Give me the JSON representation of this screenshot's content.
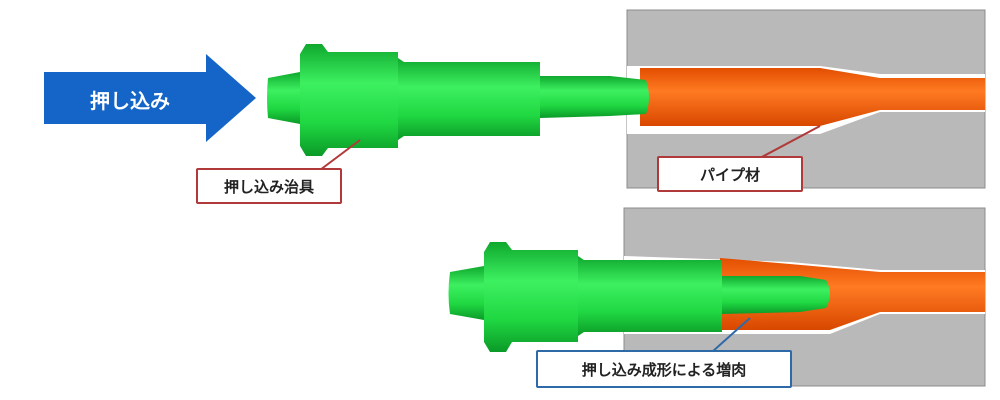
{
  "arrow": {
    "label": "押し込み"
  },
  "labels": {
    "jig": "押し込み治具",
    "pipe": "パイプ材",
    "thickening": "押し込み成形による増肉"
  },
  "colors": {
    "arrow": "#1565c8",
    "jig": "#22e04a",
    "pipe": "#ff6a14",
    "die": "#b9b9b9",
    "callout_red": "#b03a3a",
    "callout_blue": "#2f6aa8"
  }
}
